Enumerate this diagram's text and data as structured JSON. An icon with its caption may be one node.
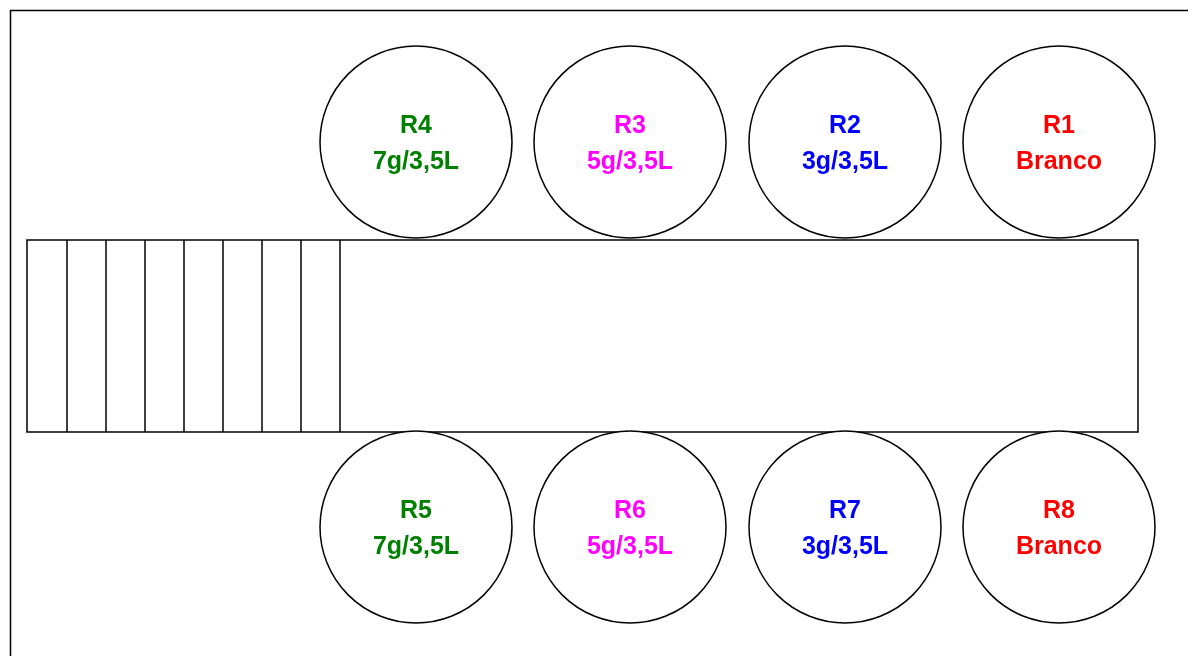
{
  "diagram": {
    "nodes": [
      {
        "text": [
          "R4",
          "7g/3,5L"
        ]
      },
      {
        "text": [
          "R3",
          "5g/3,5L"
        ]
      },
      {
        "text": [
          "R2",
          "3g/3,5L"
        ]
      },
      {
        "text": [
          "R1",
          "Branco"
        ]
      },
      {
        "text": [
          "R5",
          "7g/3,5L"
        ]
      },
      {
        "text": [
          "R6",
          "5g/3,5L"
        ]
      },
      {
        "text": [
          "R7",
          "3g/3,5L"
        ]
      },
      {
        "text": [
          "R8",
          "Branco"
        ]
      }
    ]
  }
}
